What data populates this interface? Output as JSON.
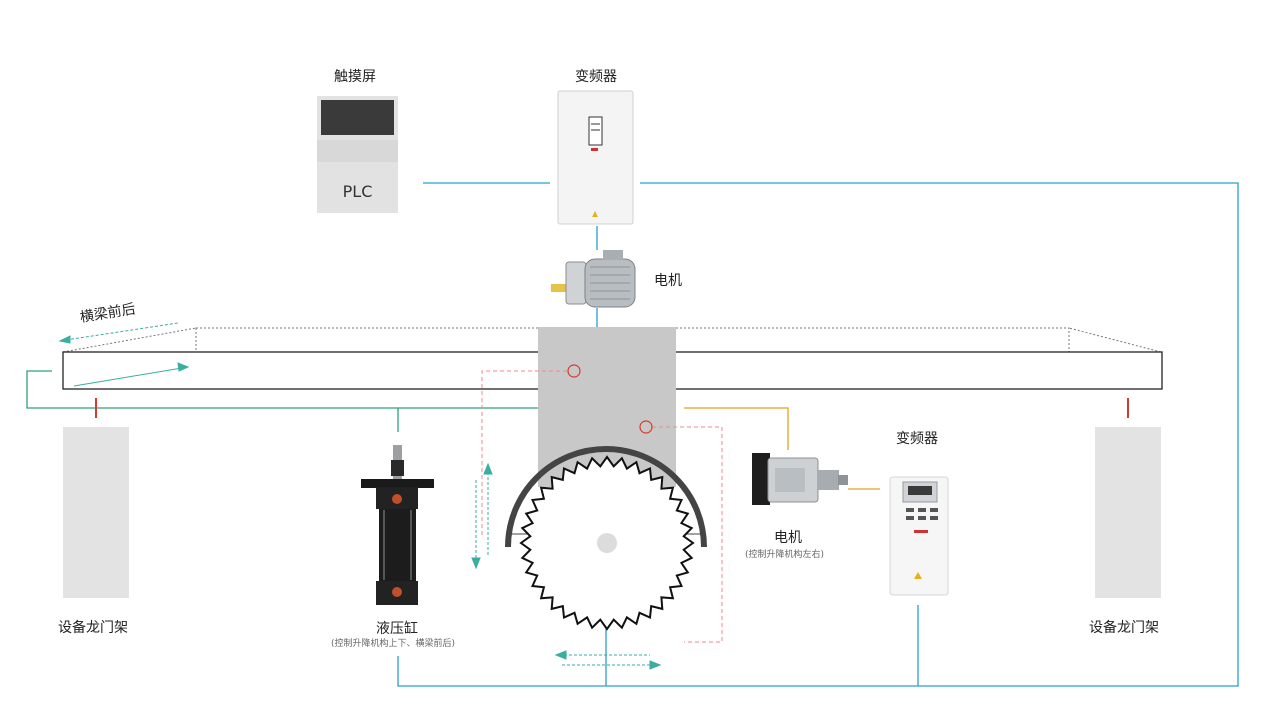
{
  "labels": {
    "touch_screen": "触摸屏",
    "plc": "PLC",
    "inverter_top": "变频器",
    "motor_top": "电机",
    "beam_move": "横梁前后",
    "gantry_left": "设备龙门架",
    "gantry_right": "设备龙门架",
    "hydraulic": "液压缸",
    "hydraulic_note": "(控制升降机构上下、横梁前后)",
    "servo_motor": "电机",
    "servo_note": "(控制升降机构左右)",
    "inverter_right": "变频器"
  },
  "colors": {
    "blue_line": "#2a9fd0",
    "green_line": "#2fa07a",
    "orange_line": "#e8a020",
    "red_dash": "#f08a8a",
    "red_mark": "#d63a2f",
    "teal_arrow": "#3aaea0",
    "gantry_gray": "#e3e3e3",
    "column_gray": "#c8c8c8"
  },
  "icons": [
    "touch-screen-plc-icon",
    "inverter-icon",
    "motor-icon",
    "hydraulic-cylinder-icon",
    "servo-motor-icon",
    "saw-blade-icon"
  ]
}
